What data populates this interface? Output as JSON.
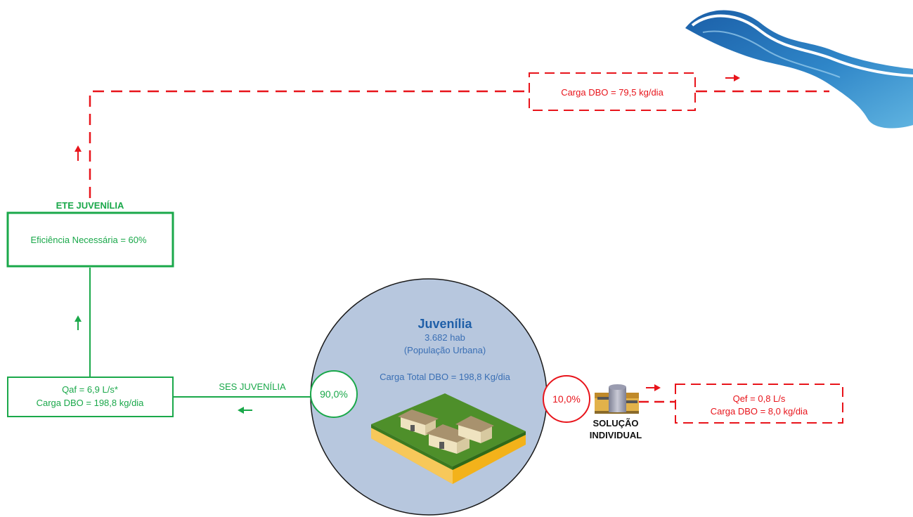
{
  "colors": {
    "green": "#1aa84a",
    "red": "#e8141b",
    "blue_title": "#1f5fa8",
    "blue_text": "#3a6fb4",
    "circle_fill": "#b7c7de",
    "river_dark": "#1b5fa8",
    "river_light": "#5fb3e0"
  },
  "city": {
    "name": "Juvenília",
    "population": "3.682 hab",
    "population_label": "(População Urbana)",
    "total_load": "Carga Total DBO = 198,8 Kg/dia"
  },
  "collection": {
    "percent": "90,0%",
    "system_label": "SES JUVENÍLIA",
    "flow": "Qaf = 6,9 L/s*",
    "load": "Carga DBO = 198,8 kg/dia"
  },
  "treatment": {
    "title": "ETE JUVENÍLIA",
    "efficiency": "Eficiência Necessária  = 60%"
  },
  "discharge": {
    "load": "Carga DBO = 79,5 kg/dia"
  },
  "individual": {
    "percent": "10,0%",
    "label_line1": "SOLUÇÃO",
    "label_line2": "INDIVIDUAL",
    "flow": "Qef = 0,8 L/s",
    "load": "Carga DBO = 8,0 kg/dia"
  },
  "icons": [
    "river-icon",
    "houses-icon",
    "septic-tank-icon",
    "arrow-icon"
  ]
}
